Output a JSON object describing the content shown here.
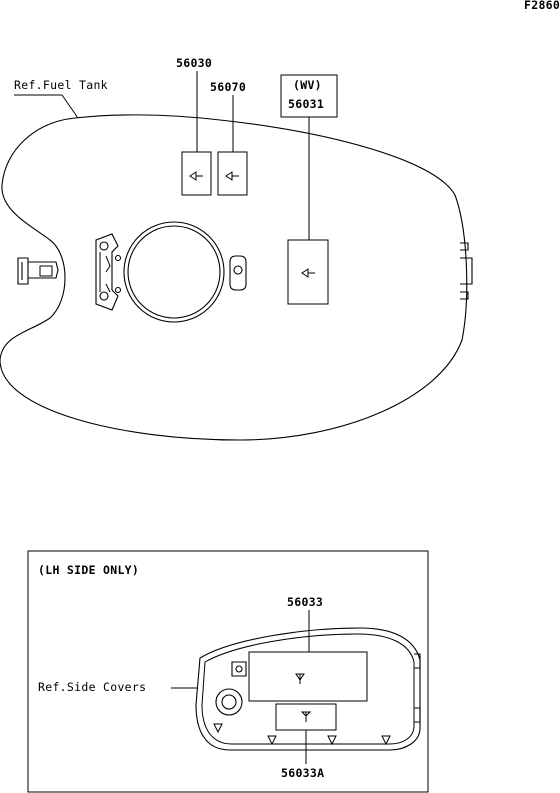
{
  "figure_code": "F2860",
  "labels": {
    "ref_fuel_tank": "Ref.Fuel Tank",
    "part_56030": "56030",
    "part_56070": "56070",
    "wv_note": "(WV)",
    "part_56031": "56031",
    "lh_side_only": "(LH SIDE ONLY)",
    "part_56033": "56033",
    "ref_side_covers": "Ref.Side Covers",
    "part_56033a": "56033A"
  },
  "colors": {
    "line": "#000000",
    "background": "#ffffff"
  }
}
